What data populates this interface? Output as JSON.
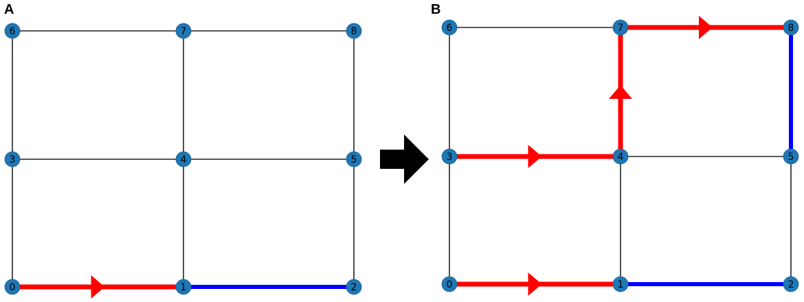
{
  "panels": [
    {
      "label": "A",
      "nodes": [
        "0",
        "1",
        "2",
        "3",
        "4",
        "5",
        "6",
        "7",
        "8"
      ],
      "grid_edges": [
        [
          0,
          1
        ],
        [
          1,
          2
        ],
        [
          3,
          4
        ],
        [
          4,
          5
        ],
        [
          6,
          7
        ],
        [
          7,
          8
        ],
        [
          0,
          3
        ],
        [
          3,
          6
        ],
        [
          1,
          4
        ],
        [
          4,
          7
        ],
        [
          2,
          5
        ],
        [
          5,
          8
        ]
      ],
      "red_path": [
        [
          0,
          1
        ]
      ],
      "blue_path": [
        [
          1,
          2
        ]
      ],
      "arrows": [
        [
          0,
          1
        ]
      ]
    },
    {
      "label": "B",
      "nodes": [
        "0",
        "1",
        "2",
        "3",
        "4",
        "5",
        "6",
        "7",
        "8"
      ],
      "grid_edges": [
        [
          0,
          1
        ],
        [
          1,
          2
        ],
        [
          3,
          4
        ],
        [
          4,
          5
        ],
        [
          6,
          7
        ],
        [
          7,
          8
        ],
        [
          0,
          3
        ],
        [
          3,
          6
        ],
        [
          1,
          4
        ],
        [
          4,
          7
        ],
        [
          2,
          5
        ],
        [
          5,
          8
        ]
      ],
      "red_path": [
        [
          0,
          1
        ],
        [
          3,
          4
        ],
        [
          4,
          7
        ],
        [
          7,
          8
        ]
      ],
      "blue_path": [
        [
          1,
          2
        ],
        [
          8,
          5
        ]
      ],
      "arrows": [
        [
          0,
          1
        ],
        [
          3,
          4
        ],
        [
          4,
          7
        ],
        [
          7,
          8
        ]
      ]
    }
  ],
  "colors": {
    "node": "#1f77b4",
    "node_border": "#1a5f94",
    "grid_edge": "#222222",
    "red_path": "#ff0000",
    "blue_path": "#0000ff",
    "transition_arrow": "#000000"
  },
  "transition_icon": "right-arrow-icon"
}
